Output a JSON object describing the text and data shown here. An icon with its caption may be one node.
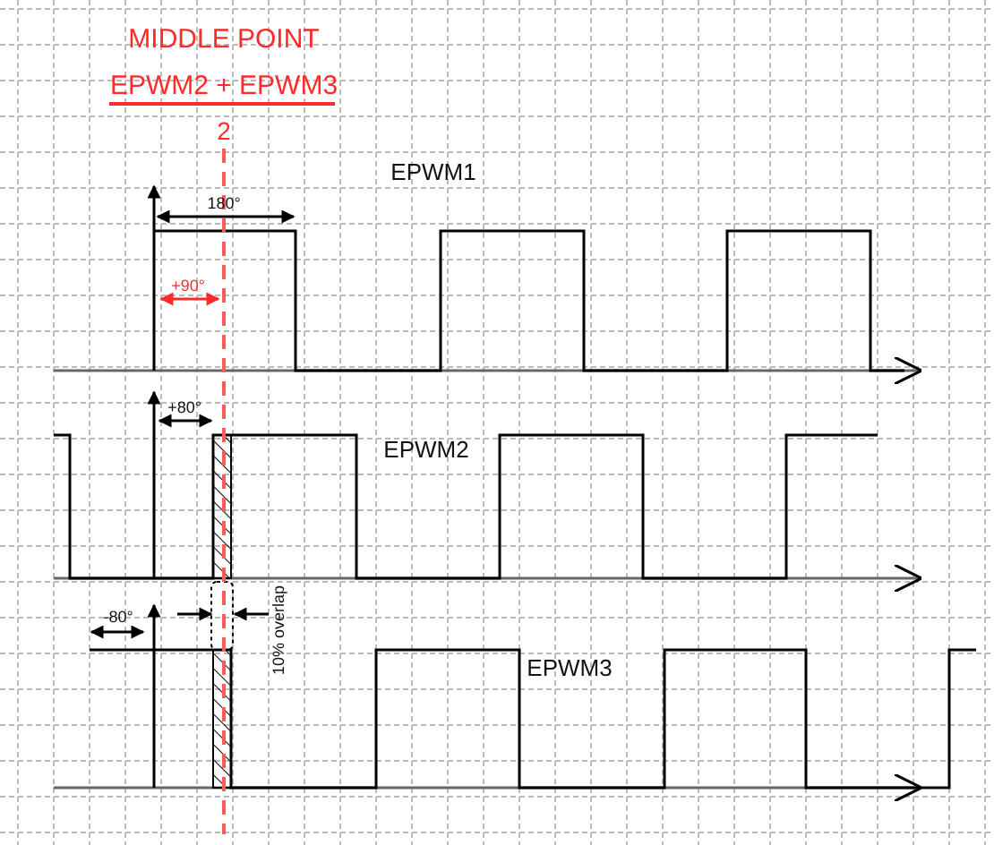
{
  "diagram": {
    "labels": [
      "MIDDLE POINT",
      "EPWM2 + EPWM3",
      "2",
      "EPWM1",
      "180°",
      "+90°",
      "+80°",
      "EPWM2",
      "-80°",
      "10% overlap",
      "EPWM3"
    ]
  }
}
